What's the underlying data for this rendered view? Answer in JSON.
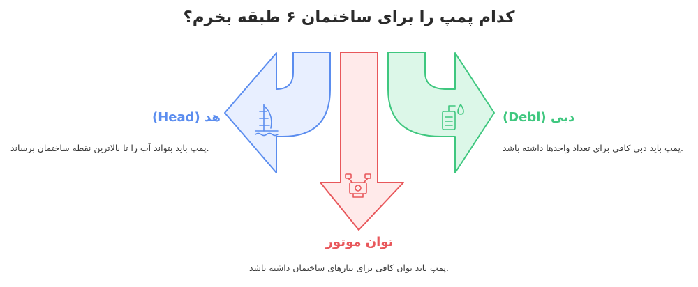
{
  "title": "کدام پمپ را برای ساختمان ۶ طبقه بخرم؟",
  "colors": {
    "head": "#5b8def",
    "head_fill": "#e8efff",
    "motor": "#e8575b",
    "motor_fill": "#ffeaea",
    "debi": "#3fc77f",
    "debi_fill": "#dcf7e8",
    "text": "#2b2b2b"
  },
  "head": {
    "label": "(Head) هد",
    "description": ".پمپ باید بتواند آب را تا بالاترین نقطه ساختمان برساند",
    "icon": "tower-icon"
  },
  "debi": {
    "label": "(Debi) دبی",
    "description": ".پمپ باید دبی کافی برای تعداد واحدها داشته باشد",
    "icon": "water-tank-icon"
  },
  "motor": {
    "label": "توان موتور",
    "description": ".پمپ باید توان کافی برای نیازهای ساختمان داشته باشد",
    "icon": "engine-icon"
  }
}
